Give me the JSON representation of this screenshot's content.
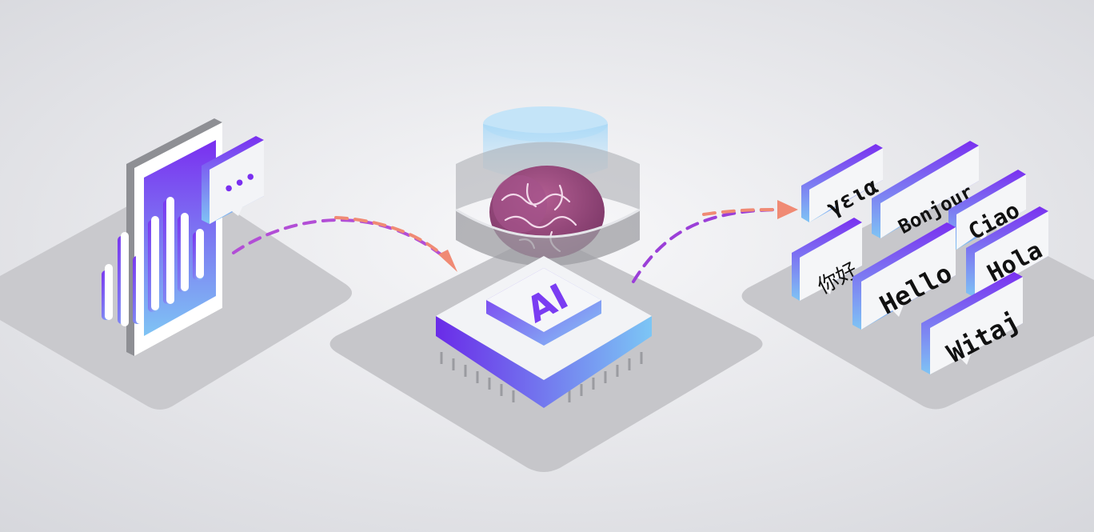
{
  "colors": {
    "background_center": "#f7f7f9",
    "background_edge": "#d9dade",
    "platform": "#c7c7cb",
    "purple": "#7a3cf2",
    "purple_dark": "#5b22c9",
    "blue": "#7ec8f5",
    "arrow_purple": "#9b3fd8",
    "arrow_coral": "#f08a74",
    "brain": "#9c4a7d"
  },
  "icons": {
    "phone": "phone-with-sound-wave-icon",
    "chat": "chat-bubble-ellipsis-icon",
    "brain": "brain-icon",
    "chip": "ai-chip-icon"
  },
  "chip": {
    "label": "AI"
  },
  "chat_dots": "•••",
  "translations": [
    {
      "id": "greek",
      "text": "γεια"
    },
    {
      "id": "french",
      "text": "Bonjour"
    },
    {
      "id": "italian",
      "text": "Ciao"
    },
    {
      "id": "chinese",
      "text": "你好"
    },
    {
      "id": "english",
      "text": "Hello"
    },
    {
      "id": "spanish",
      "text": "Hola"
    },
    {
      "id": "polish",
      "text": "Witaj"
    }
  ]
}
